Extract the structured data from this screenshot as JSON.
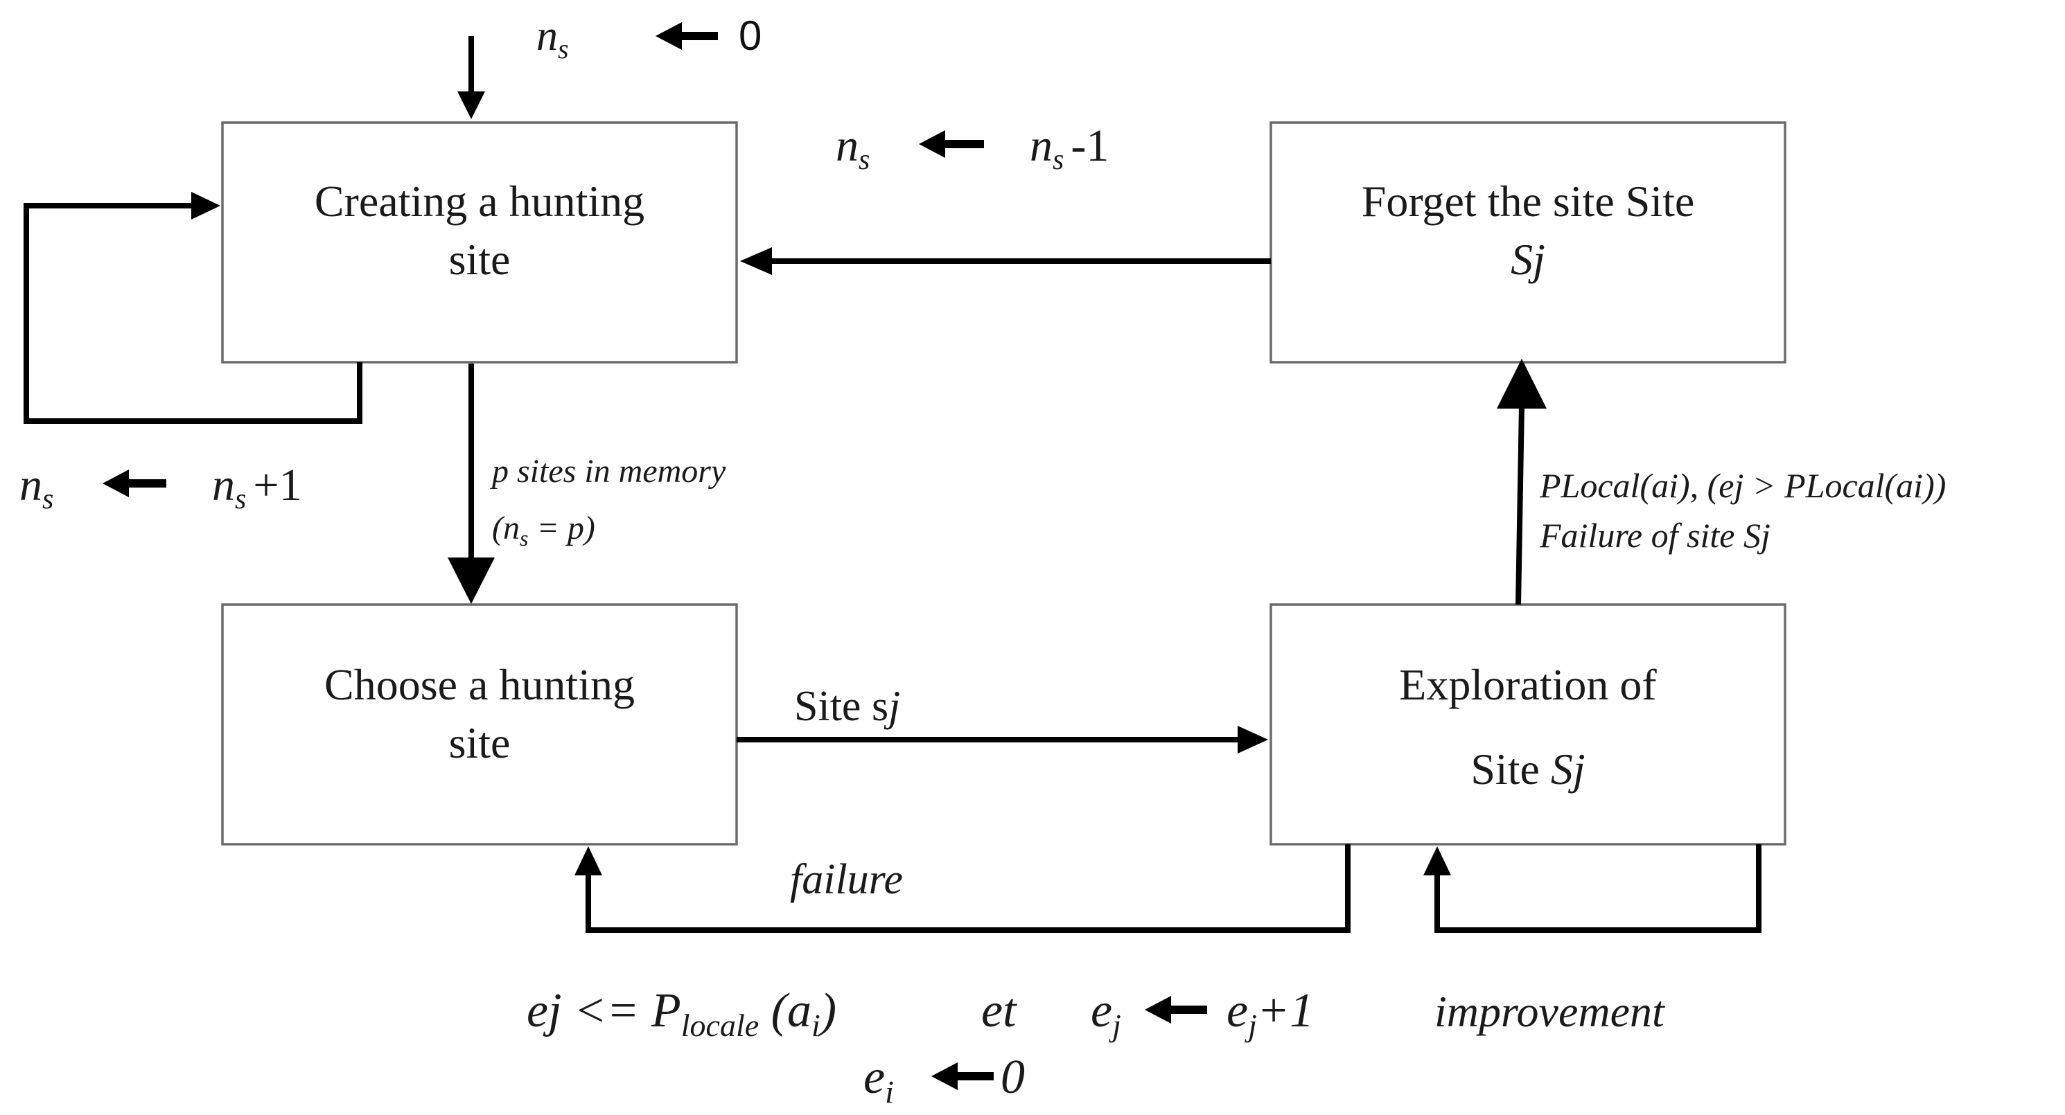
{
  "boxes": {
    "create": {
      "line1": "Creating a hunting",
      "line2": "site"
    },
    "choose": {
      "line1": "Choose a hunting",
      "line2": "site"
    },
    "explore": {
      "line1": "Exploration of",
      "line2_prefix": "Site ",
      "line2_italic": "Sj"
    },
    "forget": {
      "line1": "Forget the site Site",
      "line2": "Sj"
    }
  },
  "labels": {
    "init": {
      "var": "n",
      "sub": "s",
      "value": "0"
    },
    "decrement": {
      "lhs_var": "n",
      "lhs_sub": "s",
      "rhs_var": "n",
      "rhs_sub": "s",
      "rhs_op": "-1"
    },
    "increment": {
      "lhs_var": "n",
      "lhs_sub": "s",
      "rhs_var": "n",
      "rhs_sub": "s",
      "rhs_op": "+1"
    },
    "memory": {
      "line1": "p sites in memory",
      "line2_open": "(n",
      "line2_sub": "s",
      "line2_close": " = p)"
    },
    "site_sj": {
      "prefix": "Site s",
      "italic": "j"
    },
    "plocal": {
      "line1": "PLocal(ai), (ej > PLocal(ai))",
      "line2": "Failure of site Sj"
    },
    "failure": "failure",
    "condition": {
      "ej_le": "ej <= P",
      "locale_sub": "locale",
      "paren_open": " (a",
      "i_sub": "i",
      "paren_close": ")",
      "et": "et",
      "e_var": "e",
      "j_sub": "j",
      "e_var2": "e",
      "j_sub2": "j",
      "plus_one": "+1"
    },
    "improvement": "improvement",
    "reset": {
      "var": "e",
      "sub": "i",
      "value": "0"
    }
  }
}
